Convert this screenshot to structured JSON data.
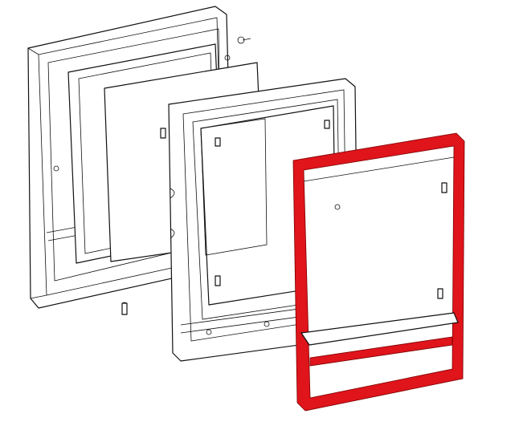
{
  "diagram": {
    "type": "exploded-assembly-view",
    "highlight_color": "#e0141b",
    "line_color": "#111111",
    "parts": [
      "back-frame",
      "backing-board",
      "mat-panel",
      "glass-panel",
      "front-frame",
      "gasket-frame"
    ]
  }
}
